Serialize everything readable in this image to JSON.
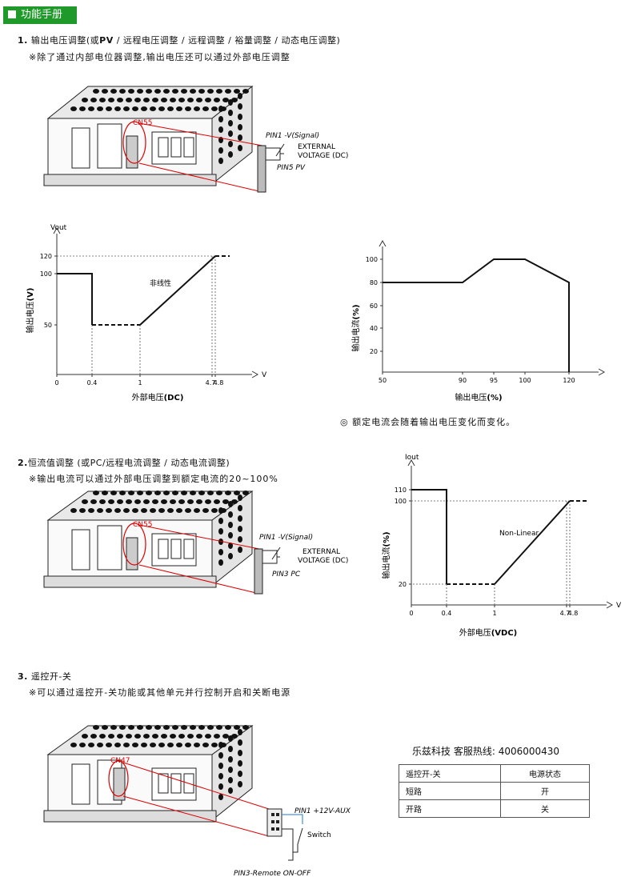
{
  "header": {
    "title": "功能手册"
  },
  "section1": {
    "num": "1.",
    "title_a": "输出电压调整(或",
    "title_b": "PV",
    "title_c": " / 远程电压调整 / 远程调整 / 裕量调整 / 动态电压调整)",
    "note": "※除了通过内部电位器调整,输出电压还可以通过外部电压调整",
    "connector": "CN55",
    "pin_top": "PIN1 -V(Signal)",
    "pin_bottom": "PIN5 PV",
    "ext_line1": "EXTERNAL",
    "ext_line2": "VOLTAGE (DC)",
    "footnote": "◎ 额定电流会随着输出电压变化而变化。"
  },
  "chart_data": [
    {
      "type": "line",
      "ylabel_top": "Vout",
      "ylabel_side_a": "输出电压",
      "ylabel_side_b": "(V)",
      "xlabel_a": "外部电压",
      "xlabel_b": "(DC)",
      "x_axis_letter": "V",
      "x_ticks": [
        "0",
        "0.4",
        "1",
        "4.7",
        "4.8"
      ],
      "y_ticks": [
        "50",
        "100",
        "120"
      ],
      "annotation": "非线性",
      "series": [
        {
          "style": "solid",
          "points": [
            [
              0,
              100
            ],
            [
              0.4,
              100
            ],
            [
              0.4,
              50
            ]
          ]
        },
        {
          "style": "dashed",
          "points": [
            [
              0.4,
              50
            ],
            [
              1,
              50
            ]
          ]
        },
        {
          "style": "solid",
          "points": [
            [
              1,
              50
            ],
            [
              4.8,
              120
            ]
          ]
        },
        {
          "style": "dashed",
          "points": [
            [
              4.8,
              120
            ],
            [
              5.3,
              120
            ]
          ]
        }
      ]
    },
    {
      "type": "line",
      "ylabel_side_a": "输出电流",
      "ylabel_side_b": "(%)",
      "xlabel_a": "输出电压",
      "xlabel_b": "(%)",
      "x_ticks": [
        "50",
        "90",
        "95",
        "100",
        "120"
      ],
      "y_ticks": [
        "20",
        "40",
        "60",
        "80",
        "100"
      ],
      "series": [
        {
          "style": "solid",
          "points": [
            [
              50,
              80
            ],
            [
              90,
              80
            ],
            [
              95,
              100
            ],
            [
              100,
              100
            ],
            [
              120,
              80
            ],
            [
              120,
              0
            ]
          ]
        }
      ]
    },
    {
      "type": "line",
      "ylabel_top": "Iout",
      "ylabel_side_a": "输出电流",
      "ylabel_side_b": "(%)",
      "xlabel_a": "外部电压",
      "xlabel_b": "(VDC)",
      "x_axis_letter": "V",
      "x_ticks": [
        "0",
        "0.4",
        "1",
        "4.7",
        "4.8"
      ],
      "y_ticks": [
        "20",
        "100",
        "110"
      ],
      "annotation": "Non-Linear",
      "series": [
        {
          "style": "solid",
          "points": [
            [
              0,
              110
            ],
            [
              0.4,
              110
            ],
            [
              0.4,
              20
            ]
          ]
        },
        {
          "style": "dashed",
          "points": [
            [
              0.4,
              20
            ],
            [
              1,
              20
            ]
          ]
        },
        {
          "style": "solid",
          "points": [
            [
              1,
              20
            ],
            [
              4.8,
              100
            ]
          ]
        },
        {
          "style": "dashed",
          "points": [
            [
              4.8,
              100
            ],
            [
              5.3,
              100
            ]
          ]
        }
      ]
    }
  ],
  "section2": {
    "num": "2.",
    "title": "恒流值调整 (或PC/远程电流调整 / 动态电流调整)",
    "note": "※输出电流可以通过外部电压调整到额定电流的20~100%",
    "connector": "CN55",
    "pin_top": "PIN1 -V(Signal)",
    "pin_bottom": "PIN3 PC",
    "ext_line1": "EXTERNAL",
    "ext_line2": "VOLTAGE (DC)"
  },
  "section3": {
    "num": "3.",
    "title": "遥控开-关",
    "note": "※可以通过遥控开-关功能或其他单元并行控制开启和关断电源",
    "connector": "CN47",
    "pin_top": "PIN1 +12V-AUX",
    "switch_label": "Switch",
    "pin_bottom": "PIN3-Remote ON-OFF"
  },
  "contact": {
    "text_a": "乐兹科技 客服热线:",
    "text_b": "4006000430"
  },
  "remote_table": {
    "headers": [
      "遥控开-关",
      "电源状态"
    ],
    "rows": [
      [
        "短路",
        "开"
      ],
      [
        "开路",
        "关"
      ]
    ]
  }
}
